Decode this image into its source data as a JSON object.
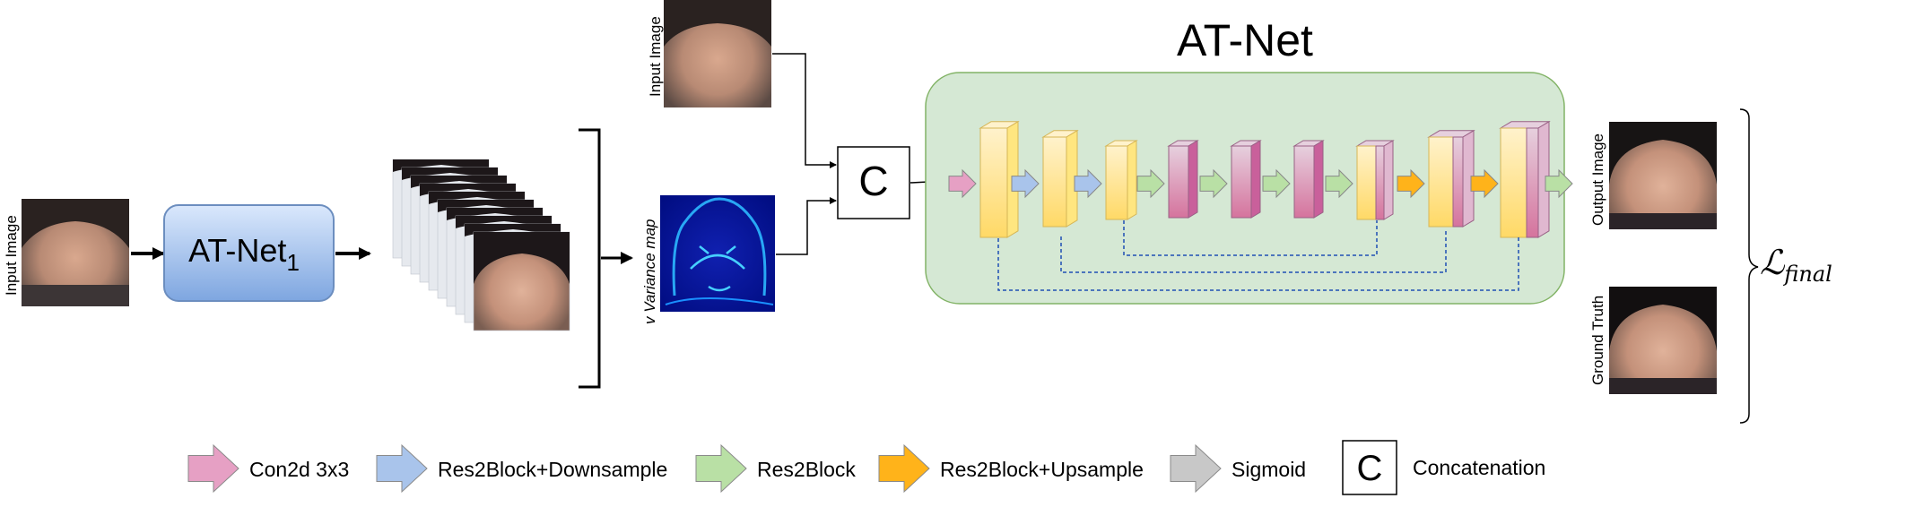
{
  "left": {
    "input_label": "Input Image",
    "stage1_title": "AT-Net",
    "stage1_subscript": "1"
  },
  "top_input_label": "Input Image",
  "variance_label": "v Variance map",
  "concat_symbol": "C",
  "main": {
    "title": "AT-Net",
    "panel_color": "#d5e8d4"
  },
  "outputs": {
    "output_label": "Output Image",
    "ground_truth_label": "Ground Truth"
  },
  "loss": {
    "symbol": "ℒ",
    "subscript": "final"
  },
  "legend": [
    {
      "label": "Con2d 3x3",
      "color": "#e6a0c4"
    },
    {
      "label": "Res2Block+Downsample",
      "color": "#a9c4eb"
    },
    {
      "label": "Res2Block",
      "color": "#b9e0a5"
    },
    {
      "label": "Res2Block+Upsample",
      "color": "#ffb31a"
    },
    {
      "label": "Sigmoid",
      "color": "#c8c8c8"
    }
  ],
  "legend_concat": {
    "symbol": "C",
    "label": "Concatenation"
  }
}
